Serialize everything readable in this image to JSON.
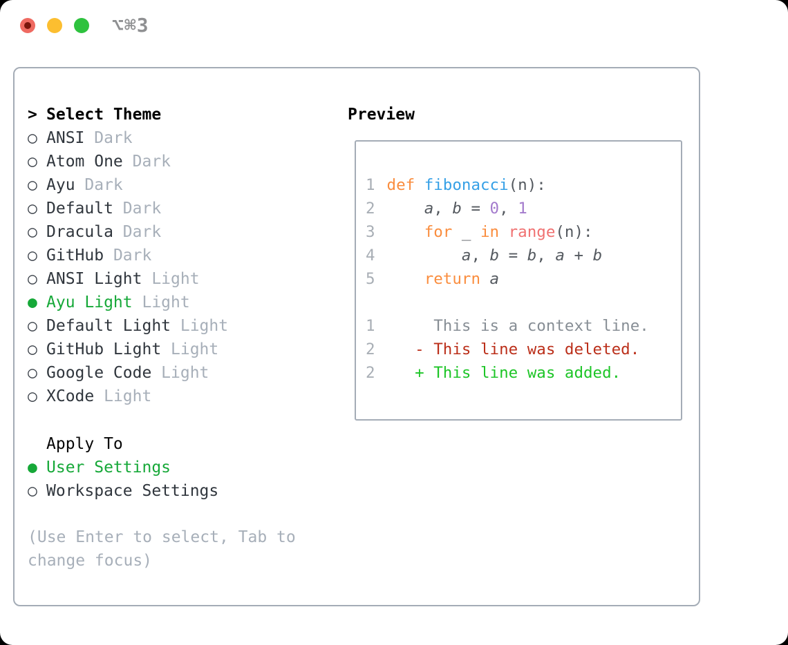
{
  "window": {
    "title": "⌥⌘3",
    "traffic_lights": [
      {
        "name": "close",
        "color": "#ef6a61",
        "dot": "#7a150b"
      },
      {
        "name": "minimize",
        "color": "#fcbe30",
        "dot": ""
      },
      {
        "name": "zoom",
        "color": "#2ec23e",
        "dot": ""
      }
    ]
  },
  "theme_list": {
    "prompt": ">",
    "header": "Select Theme",
    "unselected_marker": "○",
    "selected_marker": "●",
    "items": [
      {
        "name": "ANSI",
        "variant": "Dark",
        "selected": false
      },
      {
        "name": "Atom One",
        "variant": "Dark",
        "selected": false
      },
      {
        "name": "Ayu",
        "variant": "Dark",
        "selected": false
      },
      {
        "name": "Default",
        "variant": "Dark",
        "selected": false
      },
      {
        "name": "Dracula",
        "variant": "Dark",
        "selected": false
      },
      {
        "name": "GitHub",
        "variant": "Dark",
        "selected": false
      },
      {
        "name": "ANSI Light",
        "variant": "Light",
        "selected": false
      },
      {
        "name": "Ayu Light",
        "variant": "Light",
        "selected": true
      },
      {
        "name": "Default Light",
        "variant": "Light",
        "selected": false
      },
      {
        "name": "GitHub Light",
        "variant": "Light",
        "selected": false
      },
      {
        "name": "Google Code",
        "variant": "Light",
        "selected": false
      },
      {
        "name": "XCode",
        "variant": "Light",
        "selected": false
      }
    ]
  },
  "apply_to": {
    "header": "Apply To",
    "options": [
      {
        "label": "User Settings",
        "selected": true
      },
      {
        "label": "Workspace Settings",
        "selected": false
      }
    ]
  },
  "hint": "(Use Enter to select, Tab to change focus)",
  "preview": {
    "header": "Preview",
    "lines": [
      {
        "num": "1",
        "tokens": [
          {
            "t": "def",
            "c": "keyword"
          },
          {
            "t": " ",
            "c": "fg"
          },
          {
            "t": "fibonacci",
            "c": "function"
          },
          {
            "t": "(n):",
            "c": "fg"
          }
        ]
      },
      {
        "num": "2",
        "tokens": [
          {
            "t": "    ",
            "c": "fg"
          },
          {
            "t": "a",
            "c": "fg",
            "i": true
          },
          {
            "t": ", ",
            "c": "fg"
          },
          {
            "t": "b",
            "c": "fg",
            "i": true
          },
          {
            "t": " = ",
            "c": "fg"
          },
          {
            "t": "0",
            "c": "number"
          },
          {
            "t": ", ",
            "c": "fg"
          },
          {
            "t": "1",
            "c": "number"
          }
        ]
      },
      {
        "num": "3",
        "tokens": [
          {
            "t": "    ",
            "c": "fg"
          },
          {
            "t": "for",
            "c": "keyword"
          },
          {
            "t": " _ ",
            "c": "fg"
          },
          {
            "t": "in",
            "c": "keyword"
          },
          {
            "t": " ",
            "c": "fg"
          },
          {
            "t": "range",
            "c": "call"
          },
          {
            "t": "(n):",
            "c": "fg"
          }
        ]
      },
      {
        "num": "4",
        "tokens": [
          {
            "t": "        ",
            "c": "fg"
          },
          {
            "t": "a",
            "c": "fg",
            "i": true
          },
          {
            "t": ", ",
            "c": "fg"
          },
          {
            "t": "b",
            "c": "fg",
            "i": true
          },
          {
            "t": " = ",
            "c": "fg"
          },
          {
            "t": "b",
            "c": "fg",
            "i": true
          },
          {
            "t": ", ",
            "c": "fg"
          },
          {
            "t": "a",
            "c": "fg",
            "i": true
          },
          {
            "t": " + ",
            "c": "fg"
          },
          {
            "t": "b",
            "c": "fg",
            "i": true
          }
        ]
      },
      {
        "num": "5",
        "tokens": [
          {
            "t": "    ",
            "c": "fg"
          },
          {
            "t": "return",
            "c": "keyword"
          },
          {
            "t": " ",
            "c": "fg"
          },
          {
            "t": "a",
            "c": "fg",
            "i": true
          }
        ]
      },
      {
        "num": "",
        "tokens": []
      },
      {
        "num": "1",
        "tokens": [
          {
            "t": "     This is a context line.",
            "c": "context"
          }
        ]
      },
      {
        "num": "2",
        "tokens": [
          {
            "t": "   - This line was deleted.",
            "c": "deleted"
          }
        ]
      },
      {
        "num": "2",
        "tokens": [
          {
            "t": "   + This line was added.",
            "c": "added"
          }
        ]
      }
    ]
  },
  "colors": {
    "selection_green": "#16a838",
    "keyword": "#fa8d3e",
    "function": "#36a0e6",
    "call": "#f07171",
    "number": "#a37acc",
    "fg": "#54595f",
    "linenum": "#a8aeb5",
    "context": "#878e95",
    "deleted": "#bb2f1a",
    "added": "#1dc527"
  }
}
